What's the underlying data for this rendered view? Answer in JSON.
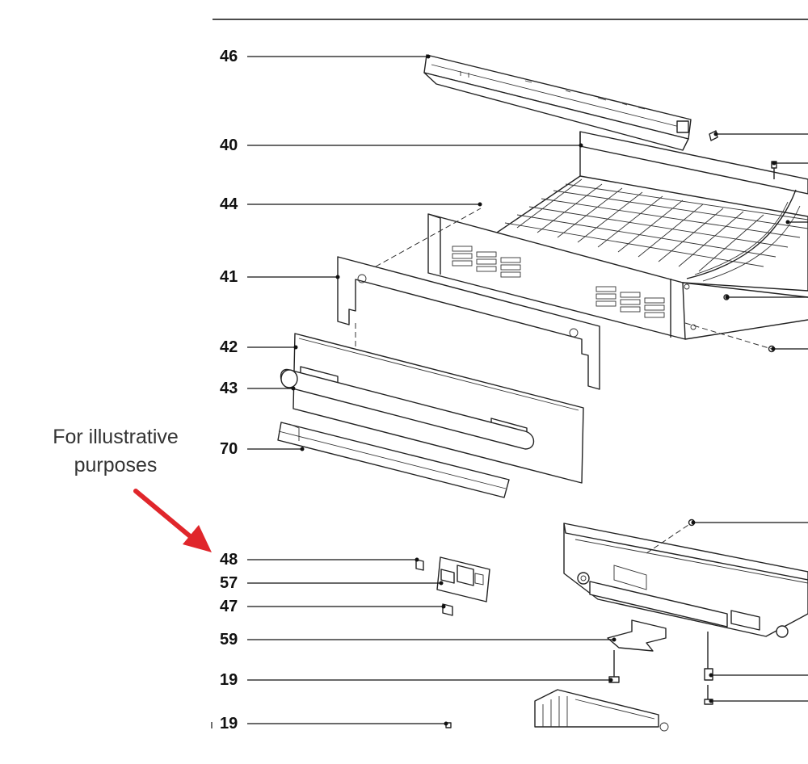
{
  "note": {
    "line1": "For illustrative",
    "line2": "purposes",
    "arrow_color": "#e0262b"
  },
  "callouts": [
    {
      "id": "c46",
      "label": "46"
    },
    {
      "id": "c40",
      "label": "40"
    },
    {
      "id": "c44",
      "label": "44"
    },
    {
      "id": "c41",
      "label": "41"
    },
    {
      "id": "c42",
      "label": "42"
    },
    {
      "id": "c43",
      "label": "43"
    },
    {
      "id": "c70",
      "label": "70"
    },
    {
      "id": "c48",
      "label": "48"
    },
    {
      "id": "c57",
      "label": "57"
    },
    {
      "id": "c47",
      "label": "47"
    },
    {
      "id": "c59",
      "label": "59"
    },
    {
      "id": "c19a",
      "label": "19"
    },
    {
      "id": "c19b",
      "label": "19"
    }
  ]
}
